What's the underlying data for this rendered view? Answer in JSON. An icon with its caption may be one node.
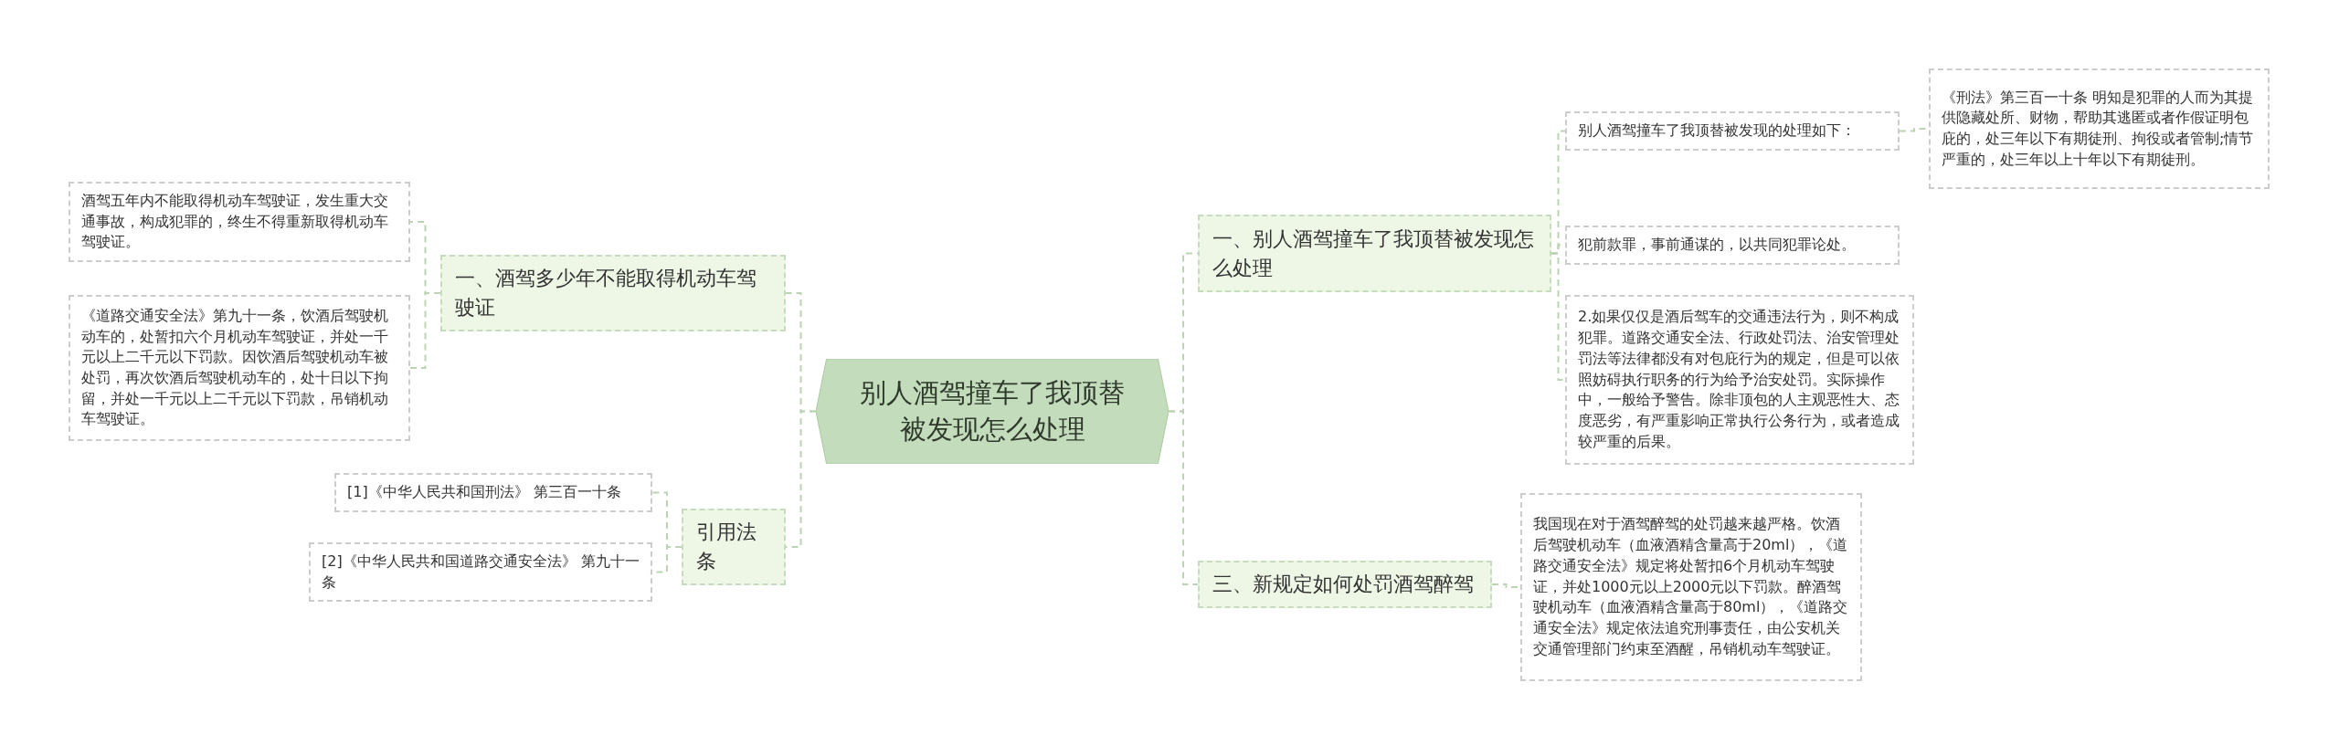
{
  "diagram": {
    "nodes": [
      {
        "text": [
          "别人酒驾撞车了我顶替被发现怎么处理"
        ]
      },
      {
        "text": [
          "一、酒驾多少年不能取得机动车驾驶证"
        ]
      },
      {
        "text": [
          "酒驾五年内不能取得机动车驾驶证，发生重大交通事故，构成犯罪的，终生不得重新取得机动车驾驶证。"
        ]
      },
      {
        "text": [
          "《道路交通安全法》第九十一条，饮酒后驾驶机动车的，处暂扣六个月机动车驾驶证，并处一千元以上二千元以下罚款。因饮酒后驾驶机动车被处罚，再次饮酒后驾驶机动车的，处十日以下拘留，并处一千元以上二千元以下罚款，吊销机动车驾驶证。"
        ]
      },
      {
        "text": [
          "引用法条"
        ]
      },
      {
        "text": [
          "[1]《中华人民共和国刑法》 第三百一十条"
        ]
      },
      {
        "text": [
          "[2]《中华人民共和国道路交通安全法》 第九十一条"
        ]
      },
      {
        "text": [
          "一、别人酒驾撞车了我顶替被发现怎么处理"
        ]
      },
      {
        "text": [
          "别人酒驾撞车了我顶替被发现的处理如下："
        ]
      },
      {
        "text": [
          "《刑法》第三百一十条 明知是犯罪的人而为其提供隐藏处所、财物，帮助其逃匿或者作假证明包庇的，处三年以下有期徒刑、拘役或者管制;情节严重的，处三年以上十年以下有期徒刑。"
        ]
      },
      {
        "text": [
          "犯前款罪，事前通谋的，以共同犯罪论处。"
        ]
      },
      {
        "text": [
          "2.如果仅仅是酒后驾车的交通违法行为，则不构成犯罪。道路交通安全法、行政处罚法、治安管理处罚法等法律都没有对包庇行为的规定，但是可以依照妨碍执行职务的行为给予治安处罚。实际操作中，一般给予警告。除非顶包的人主观恶性大、态度恶劣，有严重影响正常执行公务行为，或者造成较严重的后果。"
        ]
      },
      {
        "text": [
          "三、新规定如何处罚酒驾醉驾"
        ]
      },
      {
        "text": [
          "我国现在对于酒驾醉驾的处罚越来越严格。饮酒后驾驶机动车（血液酒精含量高于20ml），《道路交通安全法》规定将处暂扣6个月机动车驾驶证，并处1000元以上2000元以下罚款。醉酒驾驶机动车（血液酒精含量高于80ml），《道路交通安全法》规定依法追究刑事责任，由公安机关交通管理部门约束至酒醒，吊销机动车驾驶证。"
        ]
      }
    ],
    "edges": [
      {
        "from": 0,
        "to": 1,
        "arrow": "none"
      },
      {
        "from": 1,
        "to": 2,
        "arrow": "none"
      },
      {
        "from": 1,
        "to": 3,
        "arrow": "none"
      },
      {
        "from": 0,
        "to": 4,
        "arrow": "none"
      },
      {
        "from": 4,
        "to": 5,
        "arrow": "none"
      },
      {
        "from": 4,
        "to": 6,
        "arrow": "none"
      },
      {
        "from": 0,
        "to": 7,
        "arrow": "none"
      },
      {
        "from": 7,
        "to": 8,
        "arrow": "none"
      },
      {
        "from": 8,
        "to": 9,
        "arrow": "none"
      },
      {
        "from": 7,
        "to": 10,
        "arrow": "none"
      },
      {
        "from": 7,
        "to": 11,
        "arrow": "none"
      },
      {
        "from": 0,
        "to": 12,
        "arrow": "none"
      },
      {
        "from": 12,
        "to": 13,
        "arrow": "none"
      }
    ]
  }
}
